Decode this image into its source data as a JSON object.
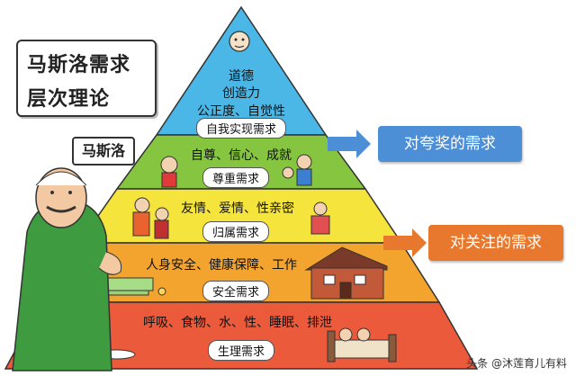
{
  "title": {
    "line1": "马斯洛需求",
    "line2": "层次理论"
  },
  "maslow_label": "马斯洛",
  "tiers": [
    {
      "text_lines": [
        "道德",
        "创造力",
        "公正度、自觉性"
      ],
      "label": "自我实现需求",
      "color": "#4ab7e6"
    },
    {
      "text_lines": [
        "自尊、信心、成就"
      ],
      "label": "尊重需求",
      "color": "#86c540"
    },
    {
      "text_lines": [
        "友情、爱情、性亲密"
      ],
      "label": "归属需求",
      "color": "#f4e43c"
    },
    {
      "text_lines": [
        "人身安全、健康保障、工作"
      ],
      "label": "安全需求",
      "color": "#f3a42e"
    },
    {
      "text_lines": [
        "呼吸、食物、水、性、睡眠、排泄"
      ],
      "label": "生理需求",
      "color": "#ec5a3c"
    }
  ],
  "callouts": [
    {
      "text": "对夸奖的需求",
      "color": "#4d8fd6"
    },
    {
      "text": "对关注的需求",
      "color": "#e8782e"
    }
  ],
  "watermark": "头条 @沐莲育儿有料",
  "icons": [
    "sunflower-icon",
    "family-icon",
    "house-icon",
    "money-icon",
    "bed-icon",
    "meal-icon"
  ]
}
